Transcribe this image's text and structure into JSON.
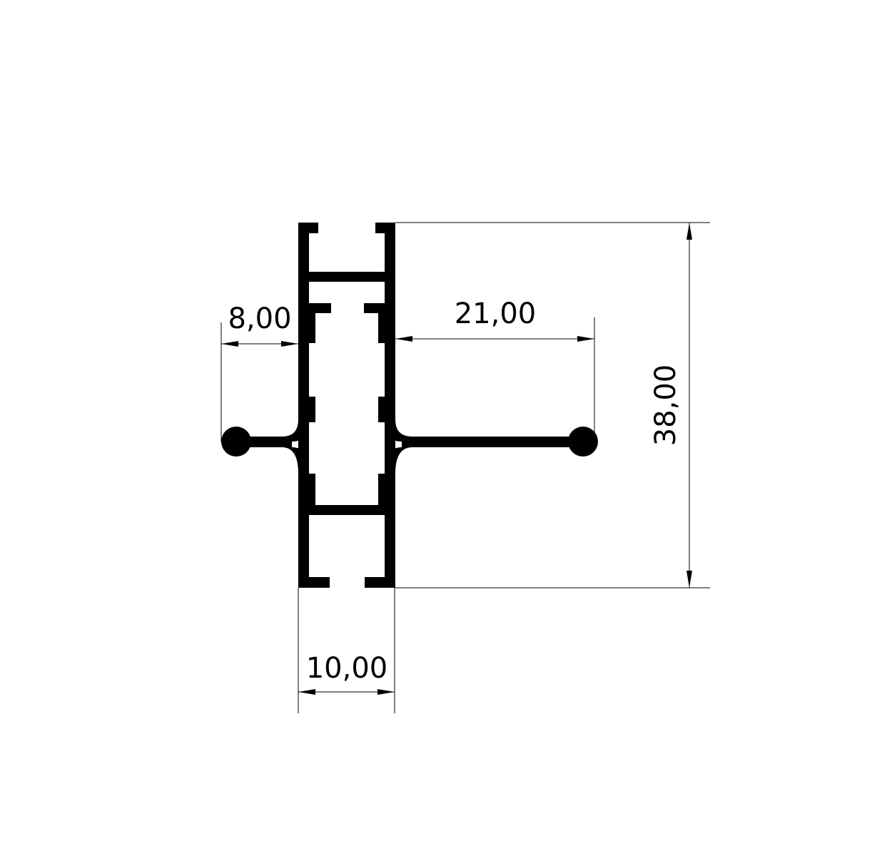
{
  "drawing": {
    "dimensions": {
      "left_offset": "8,00",
      "right_offset": "21,00",
      "total_height": "38,00",
      "core_width": "10,00"
    },
    "colors": {
      "ink": "#000000",
      "background": "#ffffff"
    }
  }
}
